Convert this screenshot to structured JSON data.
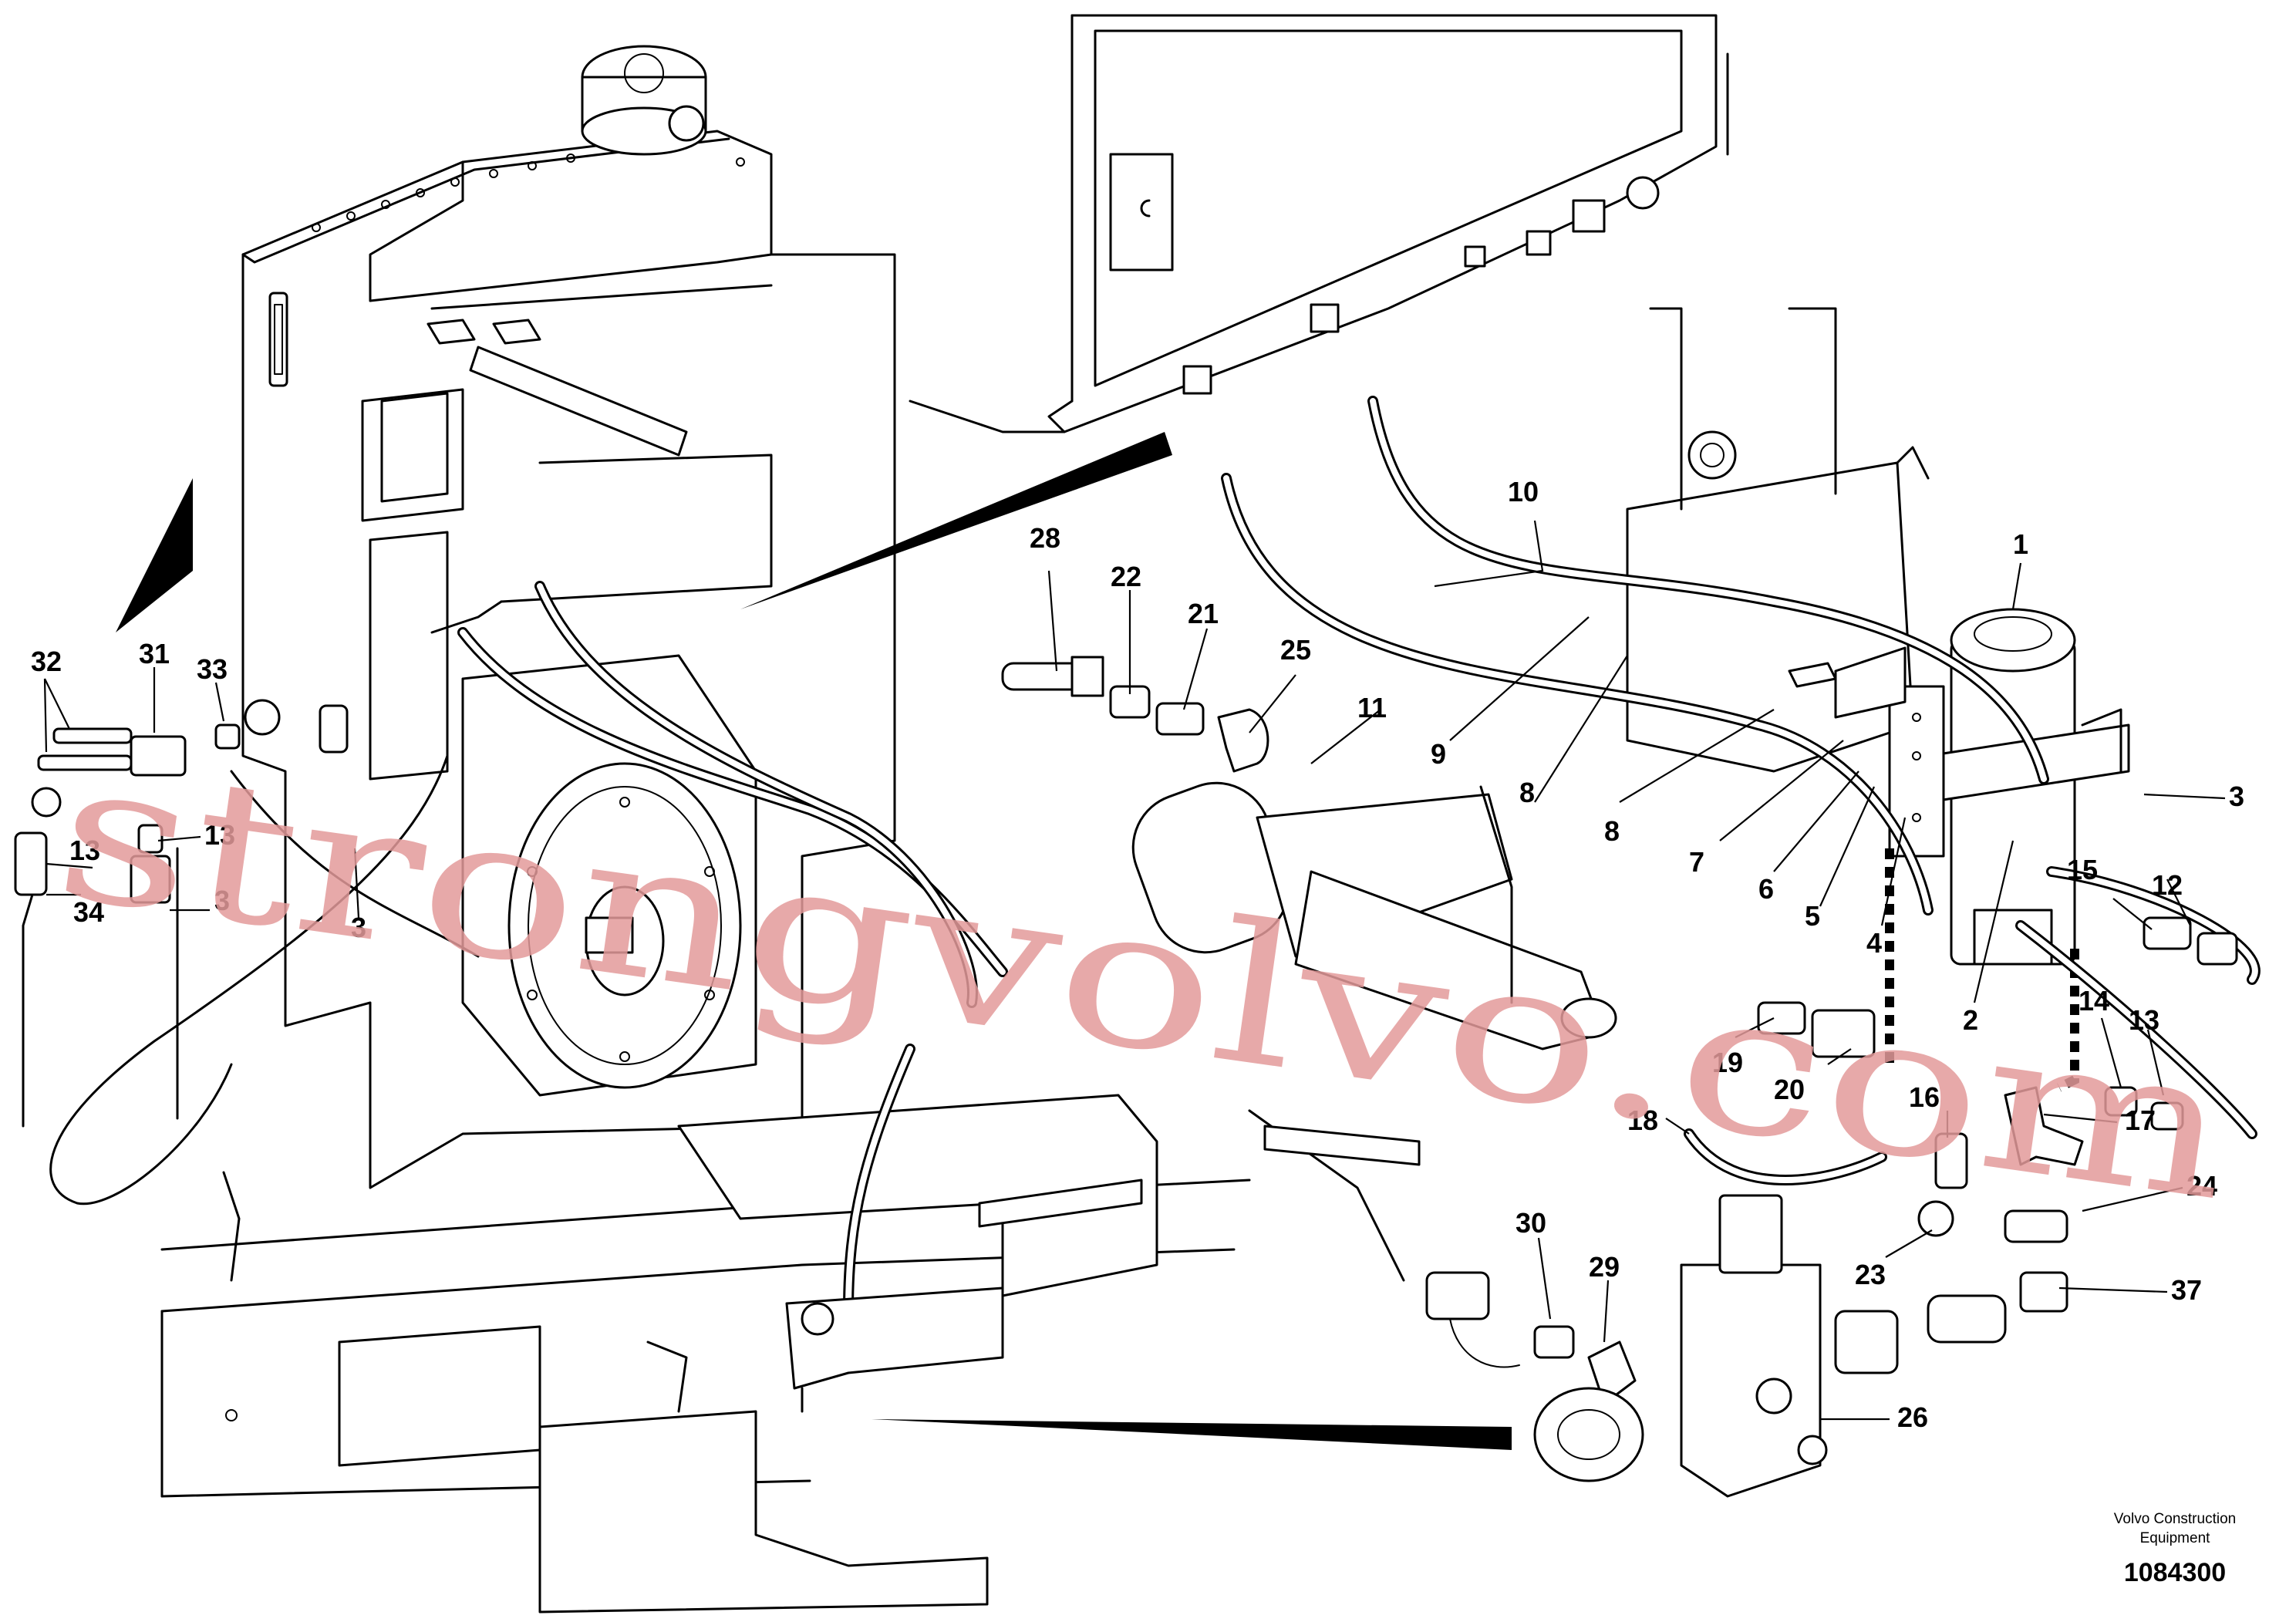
{
  "callouts": {
    "n1": "1",
    "n2": "2",
    "n3_right": "3",
    "n3_left_a": "3",
    "n3_left_b": "3",
    "n4": "4",
    "n5": "5",
    "n6": "6",
    "n7": "7",
    "n8_a": "8",
    "n8_b": "8",
    "n9": "9",
    "n10": "10",
    "n11": "11",
    "n12": "12",
    "n13_left": "13",
    "n13_left_b": "13",
    "n13_right": "13",
    "n14": "14",
    "n15": "15",
    "n16": "16",
    "n17": "17",
    "n18": "18",
    "n19": "19",
    "n20": "20",
    "n21": "21",
    "n22": "22",
    "n23": "23",
    "n24": "24",
    "n25": "25",
    "n26": "26",
    "n28": "28",
    "n29": "29",
    "n30": "30",
    "n31": "31",
    "n32": "32",
    "n33": "33",
    "n34": "34",
    "n37": "37"
  },
  "footer": {
    "credit_line1": "Volvo Construction",
    "credit_line2": "Equipment",
    "doc_number": "1084300"
  },
  "watermark": {
    "text": "strongvolvo.com",
    "color": "#e39a9a"
  },
  "colors": {
    "line": "#000000",
    "background": "#ffffff",
    "watermark": "#e39a9a"
  }
}
